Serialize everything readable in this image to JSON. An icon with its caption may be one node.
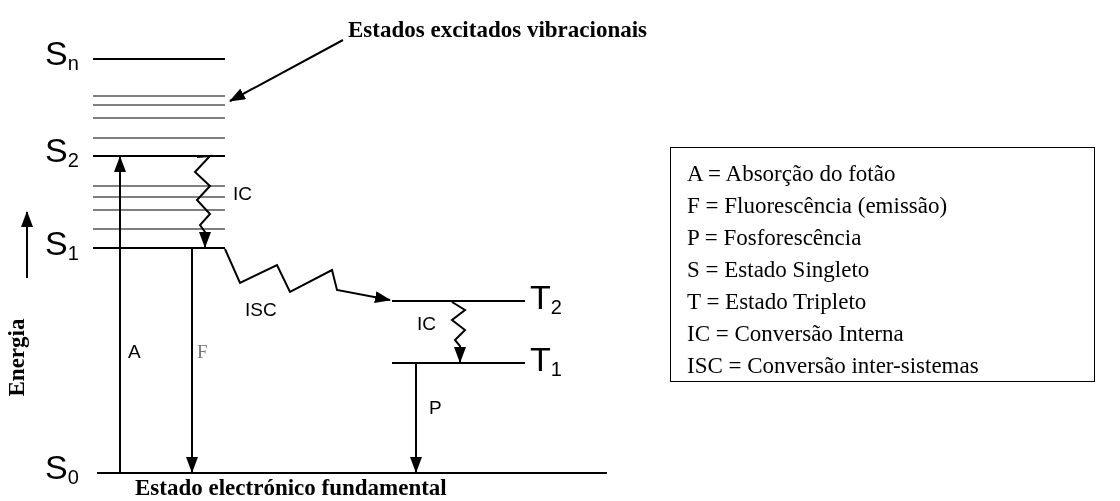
{
  "diagram": {
    "nodes": [
      {
        "text": [
          "Estados excitados vibracionais"
        ]
      },
      {
        "text": [],
        "shape": "bar",
        "beside": [
          "S$_{n}$"
        ]
      },
      {
        "text": [],
        "shape": "bar",
        "beside": [
          "S$_{2}$"
        ]
      },
      {
        "text": [],
        "shape": "bar",
        "beside": [
          "S$_{1}$"
        ]
      },
      {
        "text": [],
        "shape": "bar",
        "beside": [
          "T$_{2}$"
        ]
      },
      {
        "text": [],
        "shape": "bar",
        "beside": [
          "T$_{1}$"
        ]
      },
      {
        "text": [],
        "shape": "bar",
        "beside": [
          "S$_{0}$",
          "Estado electrónico fundamental"
        ]
      },
      {
        "text": [
          "A = Absorção do fotão",
          "F = Fluorescência (emissão)",
          "P = Fosforescência",
          "S = Estado Singleto",
          "T = Estado Tripleto",
          "IC = Conversão Interna",
          "ISC = Conversão inter-sistemas"
        ]
      }
    ],
    "edges": [
      {
        "from": 0,
        "to": null,
        "arrow": "to"
      },
      {
        "from": 6,
        "to": 2,
        "arrow": "to",
        "label": "A"
      },
      {
        "from": 2,
        "to": 3,
        "arrow": "to",
        "label": "IC"
      },
      {
        "from": 3,
        "to": 6,
        "arrow": "to",
        "label": "F"
      },
      {
        "from": 3,
        "to": 4,
        "arrow": "to",
        "label": "ISC"
      },
      {
        "from": 4,
        "to": 5,
        "arrow": "to",
        "label": "IC"
      },
      {
        "from": 5,
        "to": 6,
        "arrow": "to",
        "label": "P"
      }
    ],
    "labels": [
      "Energia"
    ]
  }
}
